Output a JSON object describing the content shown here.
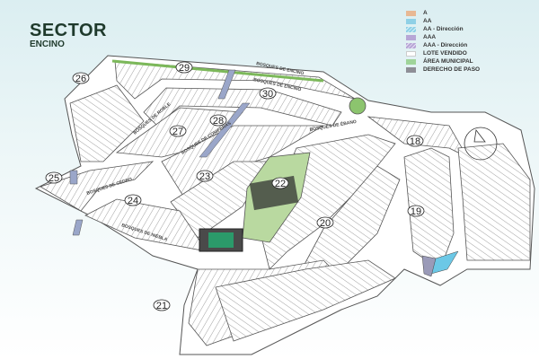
{
  "header": {
    "title": "SECTOR",
    "subtitle": "ENCINO"
  },
  "legend": [
    {
      "label": "A",
      "color": "#e8b894"
    },
    {
      "label": "AA",
      "color": "#8fd0e6"
    },
    {
      "label": "AA - Dirección",
      "color": "#a9dcec"
    },
    {
      "label": "AAA",
      "color": "#b7a6d6"
    },
    {
      "label": "AAA - Dirección",
      "color": "#c8b8e0"
    },
    {
      "label": "LOTE VENDIDO",
      "color": "#ffffff"
    },
    {
      "label": "ÁREA MUNICIPAL",
      "color": "#9fd49a"
    },
    {
      "label": "DERECHO DE PASO",
      "color": "#8e8e96"
    }
  ],
  "sectors": [
    "18",
    "19",
    "20",
    "21",
    "22",
    "23",
    "24",
    "25",
    "26",
    "27",
    "28",
    "29",
    "30"
  ],
  "streets": {
    "encino_outer": "BOSQUES DE ENCINO",
    "encino_inner": "BOSQUES DE ENCINO",
    "roble": "BOSQUES DE ROBLE",
    "coniferas": "BOSQUES DE CONIFERAS",
    "ebano": "BOSQUES DE ÉBANO",
    "cedro": "BOSQUES DE CEDRO",
    "niebla": "BOSQUES DE NIEBLA"
  }
}
